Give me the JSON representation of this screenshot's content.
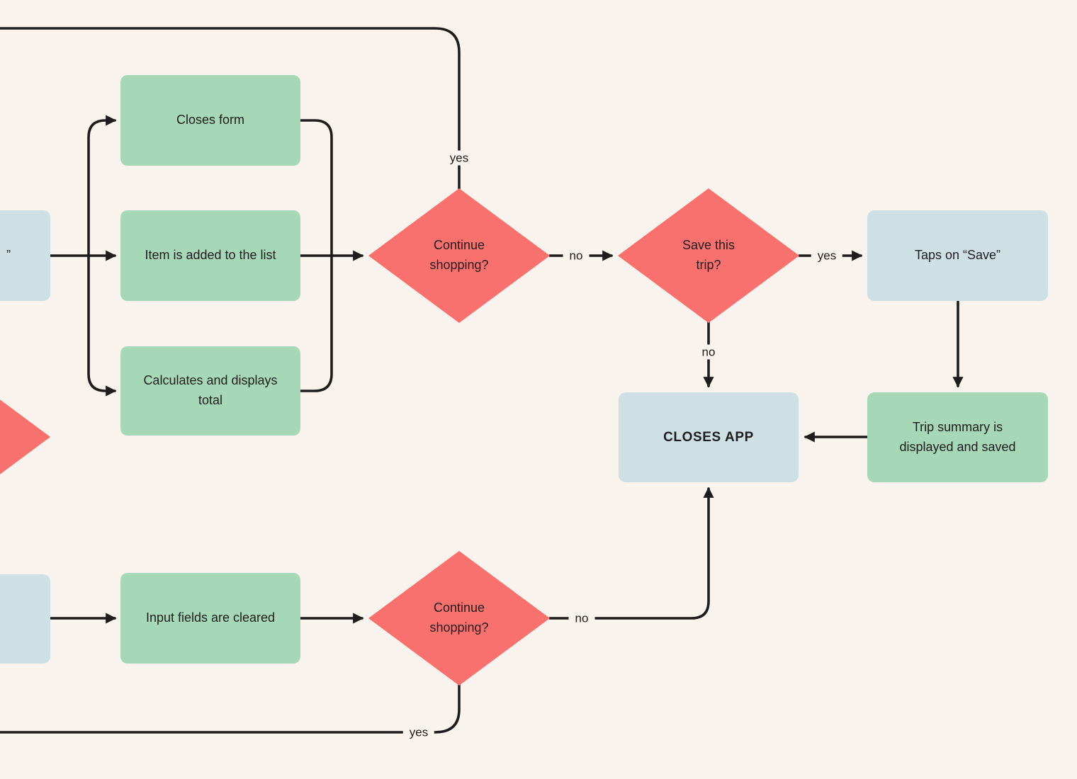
{
  "canvas": {
    "background": "#f9f3ed"
  },
  "colors": {
    "bg": "#f9f3ed",
    "green": "#a6d7b7",
    "blue": "#cfe0e4",
    "red": "#f9716e",
    "line": "#1d1d1d",
    "text": "#1d1d1d"
  },
  "nodes": {
    "left_top_partial": {
      "type": "process",
      "label": "”"
    },
    "closes_form": {
      "type": "process",
      "label": "Closes form"
    },
    "item_added": {
      "type": "process",
      "label": "Item is added to the list"
    },
    "calculates_total": {
      "type": "process",
      "label": "Calculates and displays\ntotal"
    },
    "continue_shopping_top": {
      "type": "decision",
      "label": "Continue\nshopping?"
    },
    "save_this_trip": {
      "type": "decision",
      "label": "Save this\ntrip?"
    },
    "taps_on_save": {
      "type": "process",
      "label": "Taps on “Save”"
    },
    "closes_app": {
      "type": "terminal",
      "label": "CLOSES APP"
    },
    "trip_summary": {
      "type": "process",
      "label": "Trip summary is\ndisplayed and saved"
    },
    "input_fields_cleared": {
      "type": "process",
      "label": "Input fields are cleared"
    },
    "continue_shopping_bottom": {
      "type": "decision",
      "label": "Continue\nshopping?"
    },
    "left_partial_diamond": {
      "type": "decision",
      "label": ""
    },
    "left_bottom_partial": {
      "type": "process",
      "label": ""
    }
  },
  "edge_labels": {
    "yes_top": "yes",
    "no_to_save": "no",
    "yes_to_taps": "yes",
    "no_to_closes": "no",
    "no_bottom": "no",
    "yes_bottom": "yes"
  }
}
